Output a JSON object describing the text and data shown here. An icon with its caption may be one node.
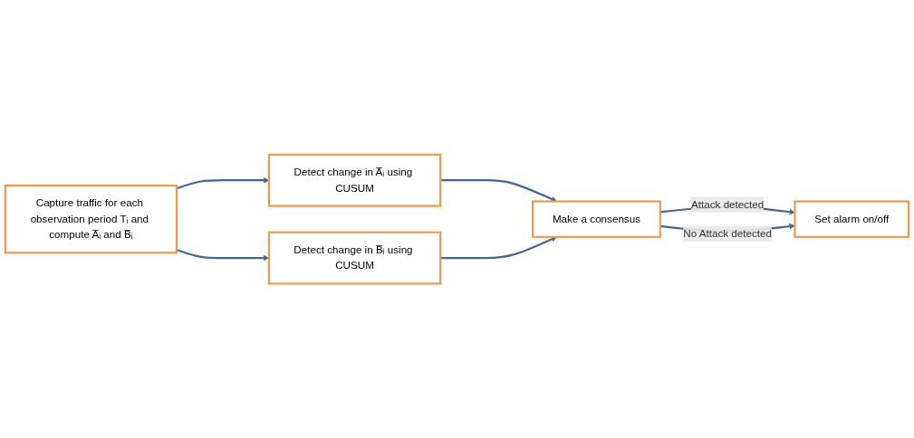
{
  "diagram": {
    "nodes": [
      {
        "text": [
          "Capture traffic for each observation period Tᵢ and compute A̅ᵢ and B̅ᵢ"
        ]
      },
      {
        "text": [
          "Detect change in A̅ᵢ using CUSUM"
        ]
      },
      {
        "text": [
          "Detect change in B̅ᵢ using CUSUM"
        ]
      },
      {
        "text": [
          "Make a consensus"
        ]
      },
      {
        "text": [
          "Set alarm on/off"
        ]
      }
    ],
    "edges": [
      {
        "from": 0,
        "to": 1,
        "arrow": "to"
      },
      {
        "from": 0,
        "to": 2,
        "arrow": "to"
      },
      {
        "from": 1,
        "to": 3,
        "arrow": "to"
      },
      {
        "from": 2,
        "to": 3,
        "arrow": "to"
      },
      {
        "from": 3,
        "to": 4,
        "arrow": "to",
        "label": "Attack detected"
      },
      {
        "from": 3,
        "to": 4,
        "arrow": "to",
        "label": "No Attack detected"
      }
    ]
  }
}
